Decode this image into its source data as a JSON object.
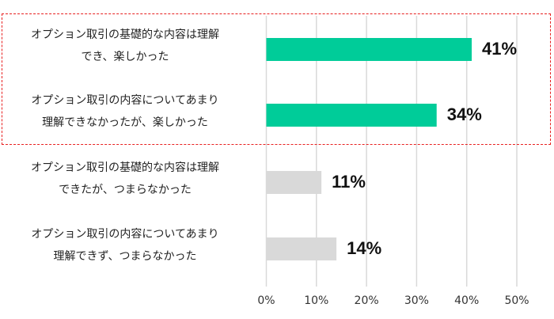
{
  "chart_data": {
    "type": "bar",
    "orientation": "horizontal",
    "categories": [
      [
        "オプション取引の基礎的な内容は理解",
        "でき、楽しかった"
      ],
      [
        "オプション取引の内容についてあまり",
        "理解できなかったが、楽しかった"
      ],
      [
        "オプション取引の基礎的な内容は理解",
        "できたが、つまらなかった"
      ],
      [
        "オプション取引の内容についてあまり",
        "理解できず、つまらなかった"
      ]
    ],
    "values": [
      41,
      34,
      11,
      14
    ],
    "data_labels": [
      "41%",
      "34%",
      "11%",
      "14%"
    ],
    "highlighted": [
      true,
      true,
      false,
      false
    ],
    "colors": {
      "highlight": "#00cc99",
      "normal": "#d9d9d9",
      "grid": "#d9d9d9",
      "box": "#e82020"
    },
    "xlim": [
      0,
      50
    ],
    "xticks": [
      0,
      10,
      20,
      30,
      40,
      50
    ],
    "xtick_labels": [
      "0%",
      "10%",
      "20%",
      "30%",
      "40%",
      "50%"
    ],
    "grid": true
  }
}
